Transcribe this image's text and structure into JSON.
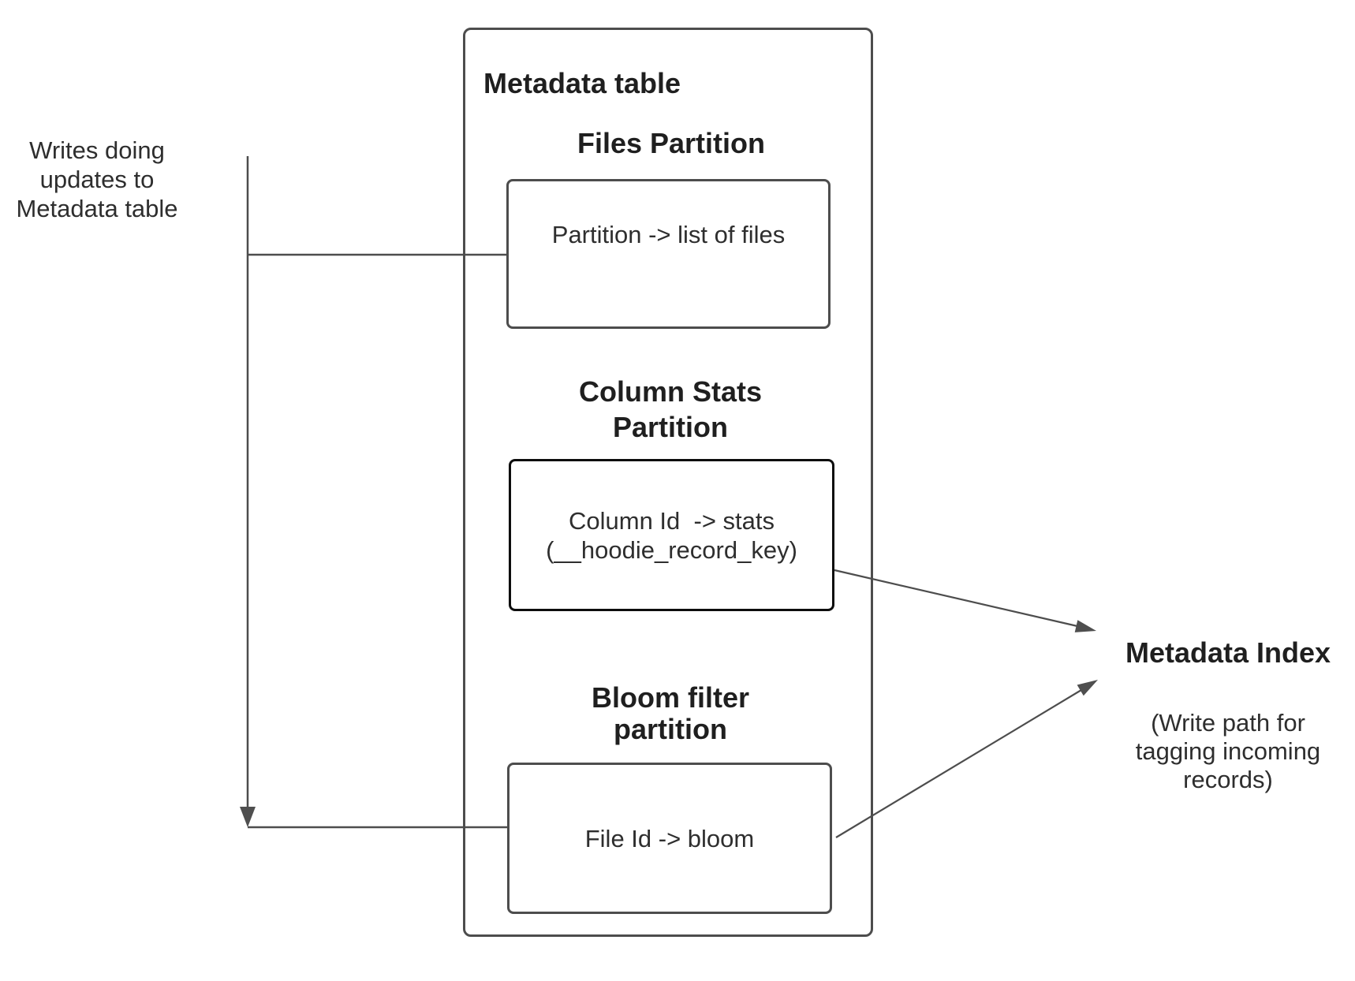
{
  "colors": {
    "background": "#ffffff",
    "line": "#4d4d4d",
    "box_border": "#4d4d4d",
    "emphasis_box_border": "#0d0d0d",
    "heading_text": "#1f1f1f",
    "body_text": "#2e2e2e"
  },
  "left_note": {
    "text": "Writes doing\nupdates to\nMetadata table"
  },
  "metadata_table": {
    "title": "Metadata table",
    "sections": [
      {
        "heading": "Files Partition",
        "box_text": "Partition -> list of files"
      },
      {
        "heading": "Column Stats\nPartition",
        "box_text": "Column Id  -> stats\n(__hoodie_record_key)"
      },
      {
        "heading": "Bloom filter\npartition",
        "box_text": "File Id -> bloom"
      }
    ]
  },
  "metadata_index": {
    "title": "Metadata Index",
    "subtitle": "(Write path for\ntagging incoming\nrecords)"
  }
}
